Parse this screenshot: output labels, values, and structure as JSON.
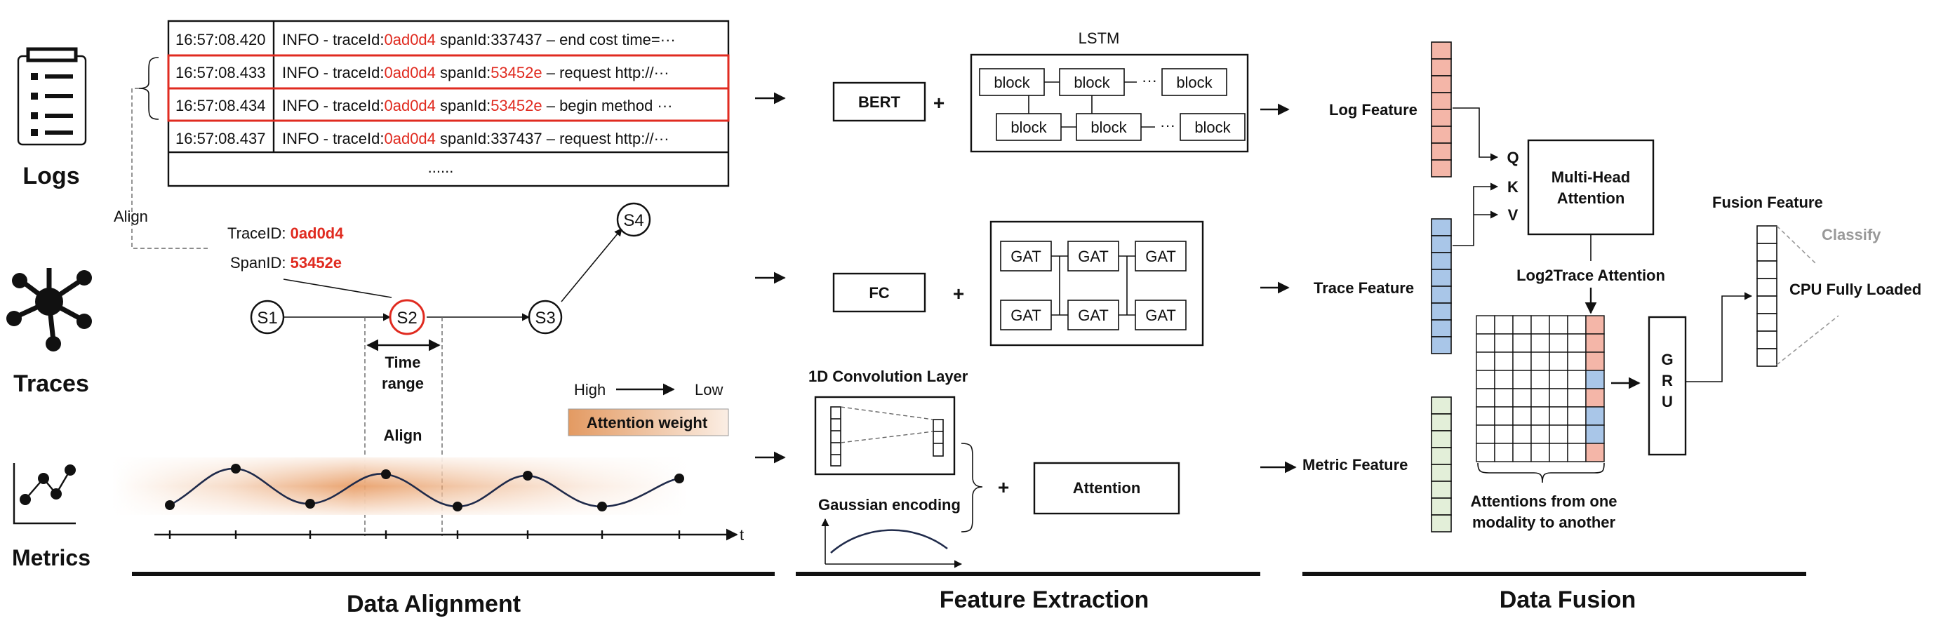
{
  "modalities": {
    "logs": "Logs",
    "traces": "Traces",
    "metrics": "Metrics"
  },
  "log_table": {
    "rows": [
      {
        "time": "16:57:08.420",
        "prefix": "INFO - traceId:",
        "trace_id": "0ad0d4",
        "span_label": " spanId:",
        "span_id": "337437",
        "span_red": false,
        "tail": " – end cost time=···"
      },
      {
        "time": "16:57:08.433",
        "prefix": "INFO - traceId:",
        "trace_id": "0ad0d4",
        "span_label": " spanId:",
        "span_id": "53452e",
        "span_red": true,
        "tail": " – request http://···"
      },
      {
        "time": "16:57:08.434",
        "prefix": "INFO - traceId:",
        "trace_id": "0ad0d4",
        "span_label": " spanId:",
        "span_id": "53452e",
        "span_red": true,
        "tail": " – begin method ···"
      },
      {
        "time": "16:57:08.437",
        "prefix": "INFO - traceId:",
        "trace_id": "0ad0d4",
        "span_label": " spanId:",
        "span_id": "337437",
        "span_red": false,
        "tail": " – request http://···"
      }
    ],
    "ellipsis": "......"
  },
  "alignment": {
    "align_left": "Align",
    "align_mid": "Align",
    "trace_id_label": "TraceID: ",
    "trace_id_value": "0ad0d4",
    "span_id_label": "SpanID: ",
    "span_id_value": "53452e",
    "spans": [
      "S1",
      "S2",
      "S3",
      "S4"
    ],
    "time_range": [
      "Time",
      "range"
    ],
    "high": "High",
    "low": "Low",
    "attention_weight": "Attention weight",
    "t_axis": "t"
  },
  "feature_extraction": {
    "bert": "BERT",
    "lstm": "LSTM",
    "block": "block",
    "fc": "FC",
    "gat": "GAT",
    "conv_layer": "1D Convolution Layer",
    "gaussian": "Gaussian encoding",
    "attention": "Attention",
    "plus": "+",
    "dots": "···"
  },
  "fusion": {
    "log_feature": "Log Feature",
    "trace_feature": "Trace Feature",
    "metric_feature": "Metric Feature",
    "q": "Q",
    "k": "K",
    "v": "V",
    "mha": [
      "Multi-Head",
      "Attention"
    ],
    "log2trace": "Log2Trace Attention",
    "gru": [
      "G",
      "R",
      "U"
    ],
    "fusion_feature": "Fusion Feature",
    "classify": "Classify",
    "result": "CPU Fully Loaded",
    "attn_caption": [
      "Attentions from one",
      "modality to another"
    ]
  },
  "sections": {
    "alignment": "Data Alignment",
    "extraction": "Feature Extraction",
    "fusion": "Data Fusion"
  },
  "colors": {
    "red": "#e02b20",
    "log": "#f4b6a8",
    "trace": "#a9c6e8",
    "metric": "#e3efd9",
    "heat": "#e9a06a",
    "curve": "#1f2a4a"
  }
}
